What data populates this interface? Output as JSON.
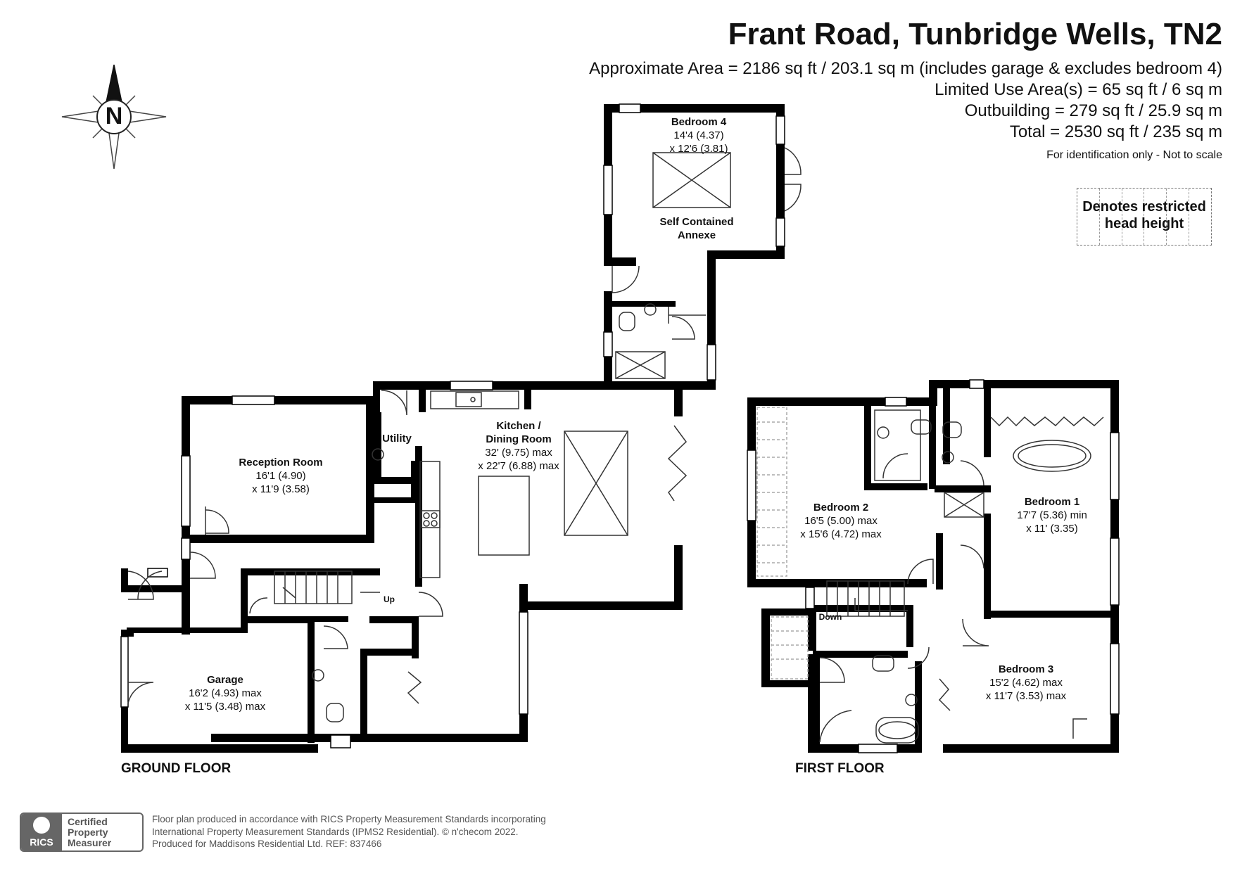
{
  "header": {
    "title": "Frant Road, Tunbridge Wells, TN2",
    "area_lines": [
      "Approximate Area = 2186 sq ft / 203.1 sq m (includes garage & excludes bedroom 4)",
      "Limited Use Area(s) = 65 sq ft / 6 sq m",
      "Outbuilding = 279 sq ft / 25.9 sq m",
      "Total = 2530 sq ft / 235 sq m"
    ],
    "disclaimer": "For identification only - Not to scale"
  },
  "legend": {
    "text_line1": "Denotes restricted",
    "text_line2": "head height"
  },
  "compass": {
    "letter": "N"
  },
  "rooms": {
    "bedroom4": {
      "name": "Bedroom 4",
      "dim1": "14'4 (4.37)",
      "dim2": "x 12'6 (3.81)"
    },
    "annexe": {
      "line1": "Self Contained",
      "line2": "Annexe"
    },
    "reception": {
      "name": "Reception Room",
      "dim1": "16'1 (4.90)",
      "dim2": "x 11'9 (3.58)"
    },
    "utility": {
      "name": "Utility"
    },
    "kitchen": {
      "name1": "Kitchen /",
      "name2": "Dining Room",
      "dim1": "32' (9.75) max",
      "dim2": "x 22'7 (6.88) max"
    },
    "garage": {
      "name": "Garage",
      "dim1": "16'2 (4.93) max",
      "dim2": "x 11'5 (3.48) max"
    },
    "bedroom2": {
      "name": "Bedroom 2",
      "dim1": "16'5 (5.00) max",
      "dim2": "x 15'6 (4.72) max"
    },
    "bedroom1": {
      "name": "Bedroom 1",
      "dim1": "17'7 (5.36) min",
      "dim2": "x 11' (3.35)"
    },
    "bedroom3": {
      "name": "Bedroom 3",
      "dim1": "15'2 (4.62) max",
      "dim2": "x 11'7 (3.53) max"
    }
  },
  "stairs": {
    "up": "Up",
    "down": "Down"
  },
  "floors": {
    "ground": "GROUND FLOOR",
    "first": "FIRST FLOOR"
  },
  "footer": {
    "badge_org": "RICS",
    "badge_line1": "Certified",
    "badge_line2": "Property",
    "badge_line3": "Measurer",
    "line1": "Floor plan produced in accordance with RICS Property Measurement Standards incorporating",
    "line2": "International Property Measurement Standards (IPMS2 Residential).   © n'checom 2022.",
    "line3": "Produced for Maddisons Residential Ltd.   REF:  837466"
  },
  "colors": {
    "wall": "#000000",
    "fixture": "#333333",
    "restricted": "#999999"
  }
}
